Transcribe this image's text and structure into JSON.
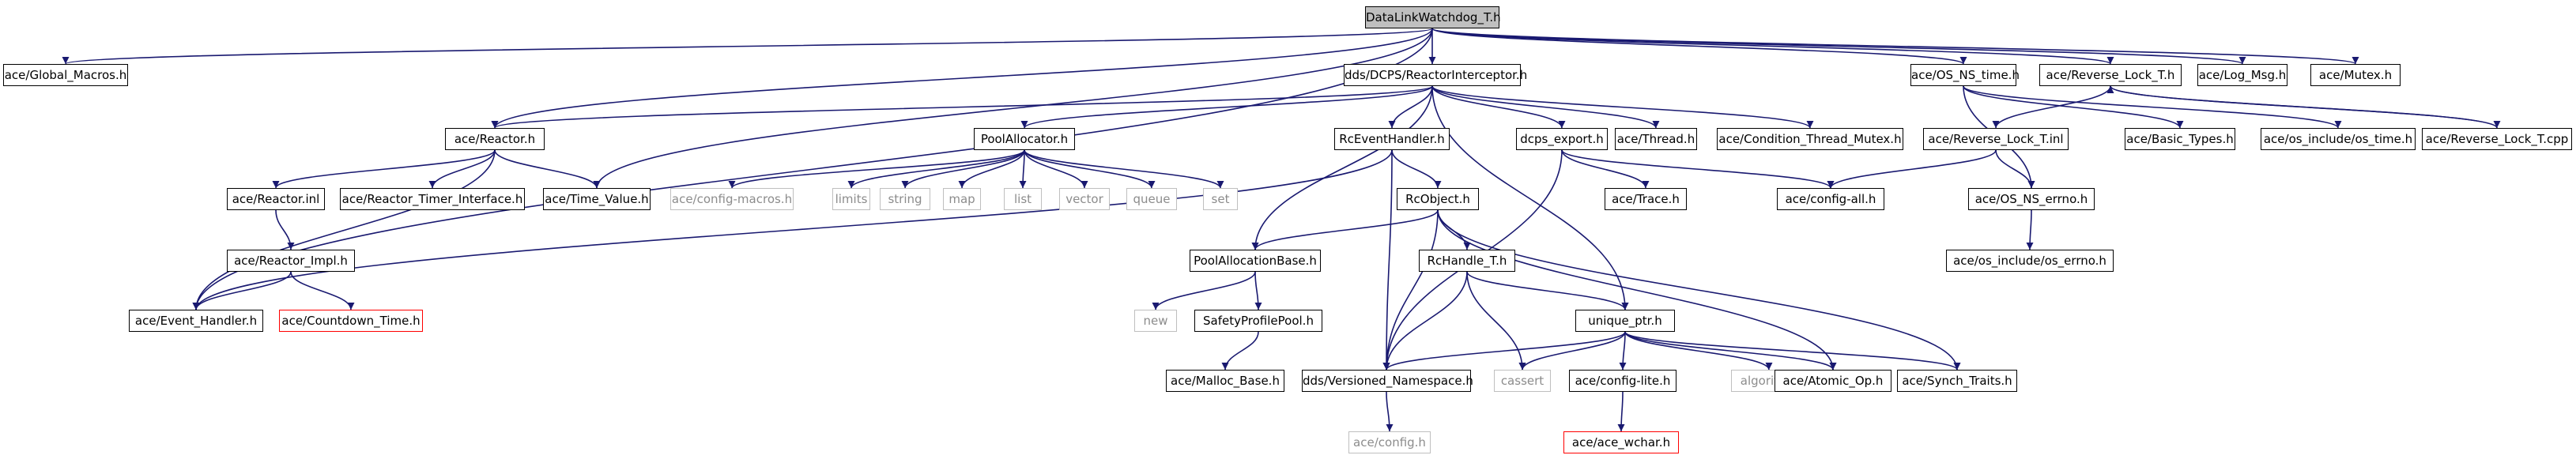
{
  "graph": {
    "edge_color": "#191970",
    "colors": {
      "root_fill": "#bfbfbf",
      "node_border": "#000000",
      "external_border": "#bfbfbf",
      "missing_border": "#ff0000"
    },
    "nodes": {
      "root": "DataLinkWatchdog_T.h",
      "global_macros": "ace/Global_Macros.h",
      "reactor_h": "ace/Reactor.h",
      "reactor_interceptor": "dds/DCPS/ReactorInterceptor.h",
      "os_ns_time": "ace/OS_NS_time.h",
      "reverse_lock_h": "ace/Reverse_Lock_T.h",
      "log_msg": "ace/Log_Msg.h",
      "mutex": "ace/Mutex.h",
      "pool_allocator": "PoolAllocator.h",
      "rc_event_handler": "RcEventHandler.h",
      "dcps_export": "dcps_export.h",
      "thread": "ace/Thread.h",
      "condition_thread_mutex": "ace/Condition_Thread_Mutex.h",
      "reverse_lock_inl": "ace/Reverse_Lock_T.inl",
      "basic_types": "ace/Basic_Types.h",
      "os_include_time": "ace/os_include/os_time.h",
      "reverse_lock_cpp": "ace/Reverse_Lock_T.cpp",
      "reactor_inl": "ace/Reactor.inl",
      "reactor_timer_interface": "ace/Reactor_Timer_Interface.h",
      "time_value": "ace/Time_Value.h",
      "config_macros": "ace/config-macros.h",
      "limits": "limits",
      "string": "string",
      "map": "map",
      "list": "list",
      "vector": "vector",
      "queue": "queue",
      "set": "set",
      "rc_object": "RcObject.h",
      "trace": "ace/Trace.h",
      "config_all": "ace/config-all.h",
      "os_ns_errno": "ace/OS_NS_errno.h",
      "os_include_errno": "ace/os_include/os_errno.h",
      "reactor_impl": "ace/Reactor_Impl.h",
      "pool_allocation_base": "PoolAllocationBase.h",
      "rc_handle": "RcHandle_T.h",
      "event_handler": "ace/Event_Handler.h",
      "countdown_time": "ace/Countdown_Time.h",
      "new": "new",
      "safety_profile_pool": "SafetyProfilePool.h",
      "unique_ptr": "unique_ptr.h",
      "malloc_base": "ace/Malloc_Base.h",
      "versioned_namespace": "dds/Versioned_Namespace.h",
      "cassert": "cassert",
      "config_lite": "ace/config-lite.h",
      "algorithm": "algorithm",
      "atomic_op": "ace/Atomic_Op.h",
      "synch_traits": "ace/Synch_Traits.h",
      "config_h": "ace/config.h",
      "ace_wchar": "ace/ace_wchar.h"
    },
    "external_headers": [
      "limits",
      "string",
      "map",
      "list",
      "vector",
      "queue",
      "set",
      "new",
      "cassert",
      "algorithm",
      "config_macros",
      "config_h"
    ],
    "missing_headers": [
      "countdown_time",
      "ace_wchar"
    ],
    "edges": [
      [
        "root",
        "global_macros"
      ],
      [
        "root",
        "reactor_h"
      ],
      [
        "root",
        "reactor_interceptor"
      ],
      [
        "root",
        "os_ns_time"
      ],
      [
        "root",
        "reverse_lock_h"
      ],
      [
        "root",
        "log_msg"
      ],
      [
        "root",
        "mutex"
      ],
      [
        "root",
        "time_value"
      ],
      [
        "root",
        "event_handler"
      ],
      [
        "reactor_interceptor",
        "reactor_h"
      ],
      [
        "reactor_interceptor",
        "pool_allocator"
      ],
      [
        "reactor_interceptor",
        "rc_event_handler"
      ],
      [
        "reactor_interceptor",
        "dcps_export"
      ],
      [
        "reactor_interceptor",
        "thread"
      ],
      [
        "reactor_interceptor",
        "condition_thread_mutex"
      ],
      [
        "reactor_interceptor",
        "pool_allocation_base"
      ],
      [
        "reactor_interceptor",
        "unique_ptr"
      ],
      [
        "reactor_h",
        "reactor_inl"
      ],
      [
        "reactor_h",
        "reactor_timer_interface"
      ],
      [
        "reactor_h",
        "time_value"
      ],
      [
        "reactor_h",
        "event_handler"
      ],
      [
        "reactor_inl",
        "reactor_impl"
      ],
      [
        "reactor_impl",
        "event_handler"
      ],
      [
        "reactor_impl",
        "countdown_time"
      ],
      [
        "pool_allocator",
        "config_macros"
      ],
      [
        "pool_allocator",
        "limits"
      ],
      [
        "pool_allocator",
        "string"
      ],
      [
        "pool_allocator",
        "map"
      ],
      [
        "pool_allocator",
        "list"
      ],
      [
        "pool_allocator",
        "vector"
      ],
      [
        "pool_allocator",
        "queue"
      ],
      [
        "pool_allocator",
        "set"
      ],
      [
        "rc_event_handler",
        "event_handler"
      ],
      [
        "rc_event_handler",
        "rc_object"
      ],
      [
        "rc_event_handler",
        "versioned_namespace"
      ],
      [
        "dcps_export",
        "trace"
      ],
      [
        "dcps_export",
        "config_all"
      ],
      [
        "dcps_export",
        "versioned_namespace"
      ],
      [
        "rc_object",
        "pool_allocation_base"
      ],
      [
        "rc_object",
        "rc_handle"
      ],
      [
        "rc_object",
        "versioned_namespace"
      ],
      [
        "rc_object",
        "atomic_op"
      ],
      [
        "rc_object",
        "synch_traits"
      ],
      [
        "pool_allocation_base",
        "new"
      ],
      [
        "pool_allocation_base",
        "safety_profile_pool"
      ],
      [
        "safety_profile_pool",
        "malloc_base"
      ],
      [
        "rc_handle",
        "unique_ptr"
      ],
      [
        "rc_handle",
        "versioned_namespace"
      ],
      [
        "rc_handle",
        "cassert"
      ],
      [
        "unique_ptr",
        "versioned_namespace"
      ],
      [
        "unique_ptr",
        "cassert"
      ],
      [
        "unique_ptr",
        "config_lite"
      ],
      [
        "unique_ptr",
        "algorithm"
      ],
      [
        "unique_ptr",
        "atomic_op"
      ],
      [
        "unique_ptr",
        "synch_traits"
      ],
      [
        "config_lite",
        "ace_wchar"
      ],
      [
        "versioned_namespace",
        "config_h"
      ],
      [
        "os_ns_time",
        "basic_types"
      ],
      [
        "os_ns_time",
        "os_include_time"
      ],
      [
        "os_ns_time",
        "os_ns_errno"
      ],
      [
        "reverse_lock_h",
        "reverse_lock_inl"
      ],
      [
        "reverse_lock_h",
        "reverse_lock_cpp"
      ],
      [
        "reverse_lock_cpp",
        "reverse_lock_h"
      ],
      [
        "reverse_lock_inl",
        "config_all"
      ],
      [
        "reverse_lock_inl",
        "os_ns_errno"
      ],
      [
        "os_ns_errno",
        "os_include_errno"
      ]
    ]
  }
}
